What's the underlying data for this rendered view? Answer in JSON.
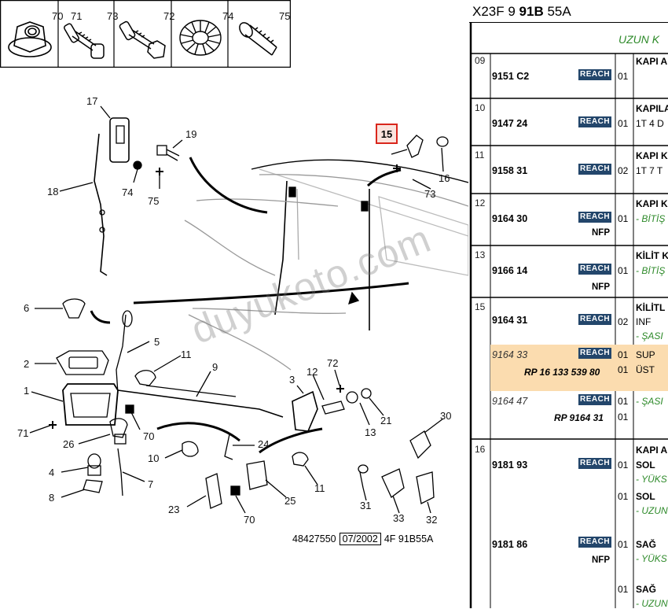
{
  "diagram": {
    "callouts": {
      "c70": "70",
      "c71": "71",
      "c73top": "73",
      "c72top": "72",
      "c74top": "74",
      "c75top": "75",
      "c17": "17",
      "c19": "19",
      "c18": "18",
      "c74": "74",
      "c75": "75",
      "c15": "15",
      "c16": "16",
      "c73": "73",
      "c6": "6",
      "c5": "5",
      "c11a": "11",
      "c9": "9",
      "c2": "2",
      "c1": "1",
      "c26": "26",
      "c70a": "70",
      "c4": "4",
      "c8": "8",
      "c7": "7",
      "c10": "10",
      "c3": "3",
      "c12": "12",
      "c72": "72",
      "c13": "13",
      "c21": "21",
      "c30": "30",
      "c24": "24",
      "c11b": "11",
      "c23": "23",
      "c25": "25",
      "c70b": "70",
      "c31": "31",
      "c33": "33",
      "c32": "32"
    },
    "watermark": "duyukoto.com",
    "footer": {
      "ref": "48427550",
      "date": "07/2002",
      "code": "4F 91B55A"
    },
    "highlighted_callout": "15",
    "highlight_color": "#d9261c"
  },
  "catalog": {
    "title_prefix": "X23F 9 ",
    "title_bold": "91B",
    "title_suffix": " 55A",
    "section_header": "UZUN K",
    "header_color": "#2e8a2a",
    "badge_color": "#23466b",
    "highlight_row_color": "#fbdcaf",
    "badge_text": "REACH",
    "rows": [
      {
        "ref": "09",
        "pn": "9151 C2",
        "qty": "01",
        "desc": "KAPI A"
      },
      {
        "ref": "10",
        "pn": "9147 24",
        "qty": "01",
        "desc": "KAPILA",
        "desc2": "1T 4 D"
      },
      {
        "ref": "11",
        "pn": "9158 31",
        "qty": "02",
        "desc": "KAPI K",
        "desc2": "1T 7 T"
      },
      {
        "ref": "12",
        "pn": "9164 30",
        "nfp": "NFP",
        "qty": "01",
        "desc": "KAPI K",
        "desc2": "- BİTİŞ"
      },
      {
        "ref": "13",
        "pn": "9166 14",
        "nfp": "NFP",
        "qty": "01",
        "desc": "KİLİT K",
        "desc2": "- BİTİŞ"
      },
      {
        "ref": "15",
        "pn": "9164 31",
        "qty": "02",
        "desc": "KİLİTL",
        "desc2": "INF",
        "desc3": "- ŞASI"
      },
      {
        "pn": "9164 33",
        "rp": "RP 16 133 539 80",
        "qty": "01",
        "qty2": "01",
        "desc": "SUP",
        "desc2": "ÜST"
      },
      {
        "pn": "9164 47",
        "rp": "RP 9164 31",
        "qty": "01",
        "qty2": "01",
        "desc": "- ŞASI"
      },
      {
        "ref": "16",
        "pn": "9181 93",
        "qty": "01",
        "qty2": "01",
        "desc": "KAPI A",
        "desc2": "SOL",
        "desc3": "- YÜKS",
        "desc4": "SOL",
        "desc5": "- UZUN"
      },
      {
        "pn": "9181 86",
        "nfp": "NFP",
        "qty": "01",
        "qty2": "01",
        "desc": "SAĞ",
        "desc2": "- YÜKS",
        "desc3": "SAĞ",
        "desc4": "- UZUN"
      }
    ]
  }
}
